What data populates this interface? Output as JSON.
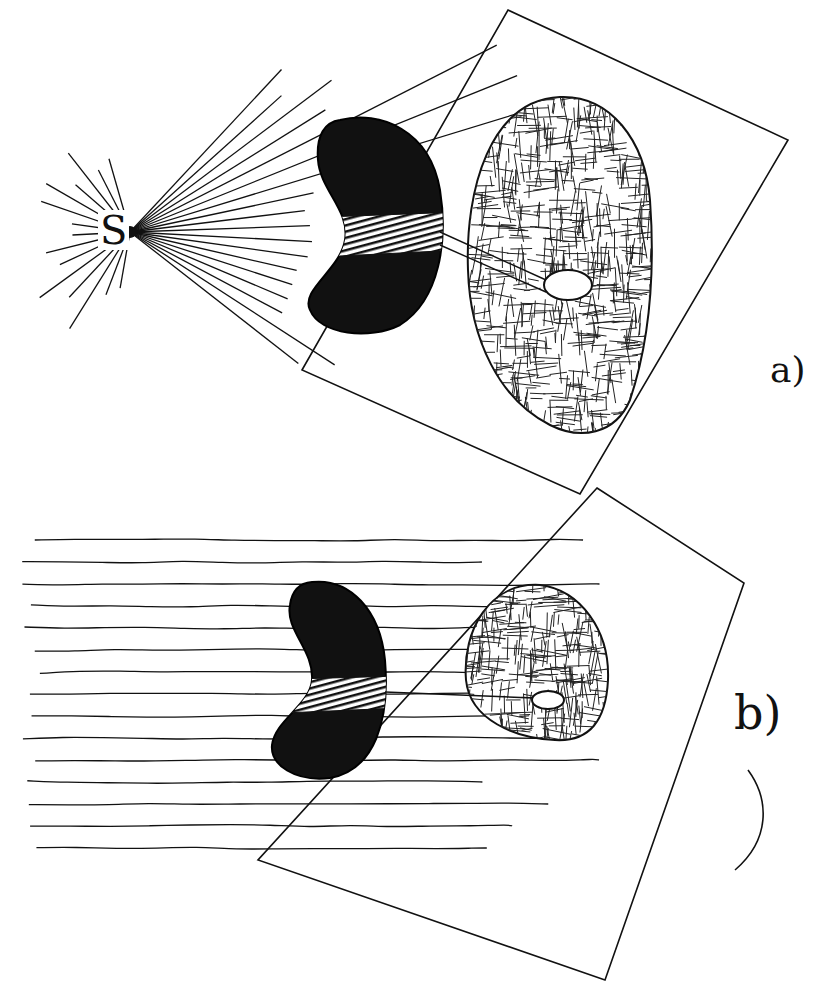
{
  "diagram": {
    "labels": [
      "S",
      "a)",
      "b)"
    ]
  }
}
